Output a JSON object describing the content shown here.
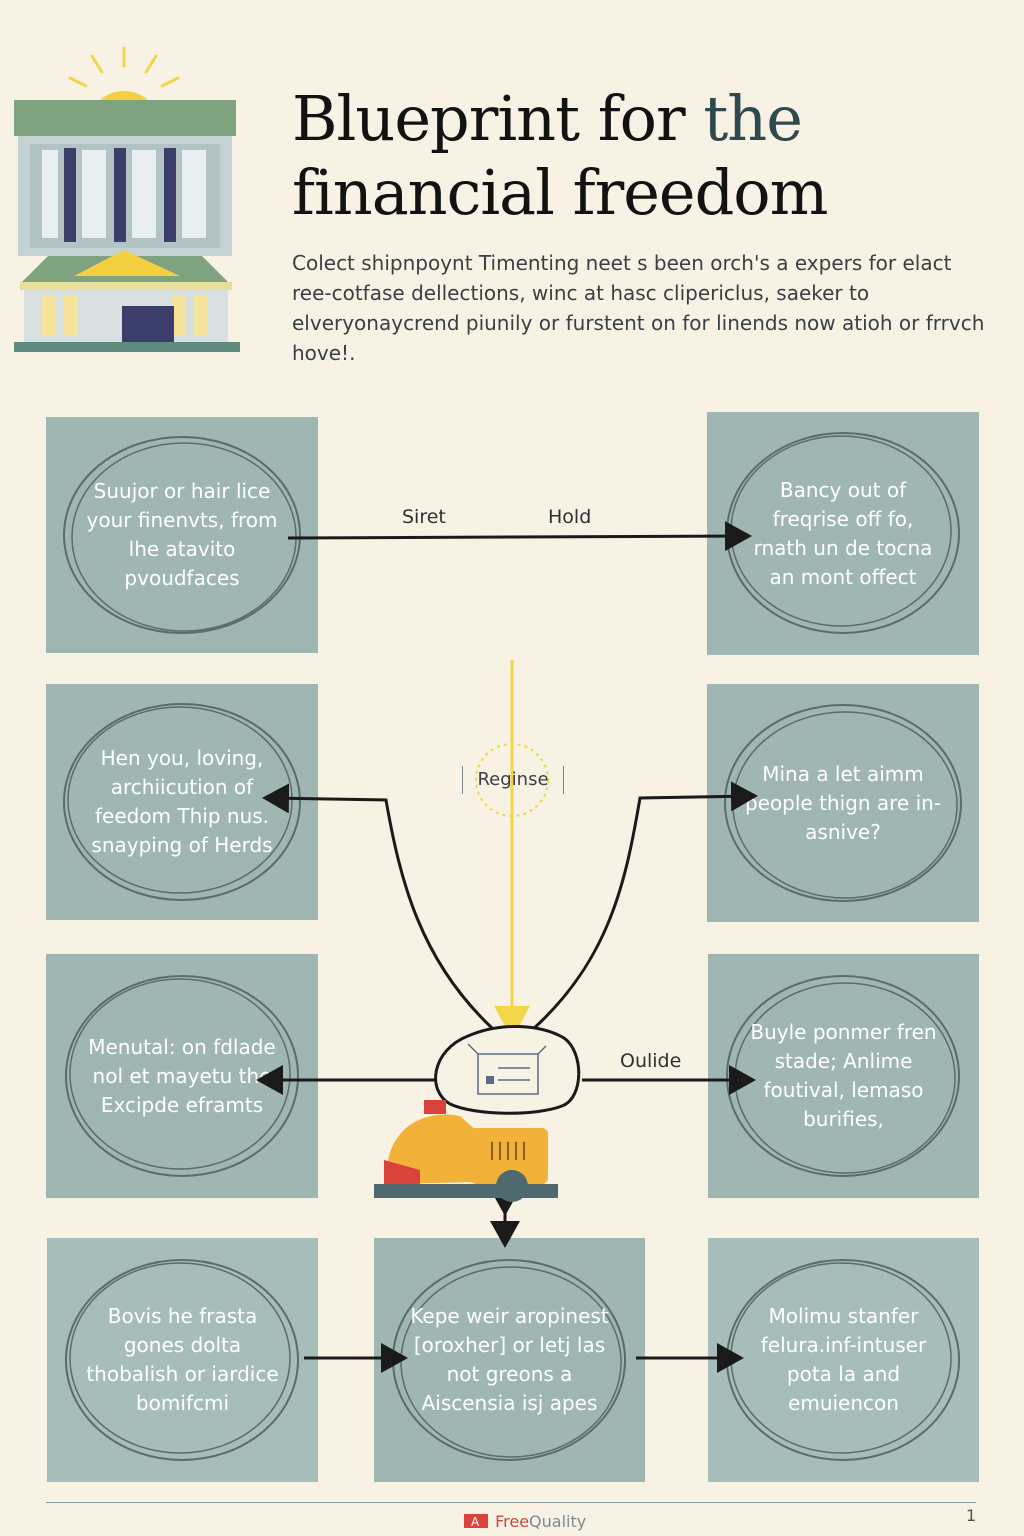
{
  "header": {
    "title_line1": "Blueprint for",
    "title_accent": "the",
    "title_line2": "financial freedom",
    "intro": "Colect shipnpoynt Timenting neet s been orch's a expers for elact ree-cotfase dellections, winc at hasc clipericlus, saeker to elveryonaycrend piunily or furstent on for linends now atioh or frrvch hove!."
  },
  "cards": [
    {
      "id": "c1",
      "text": "Suujor or hair lice your finenvts, from lhe atavito pvoudfaces"
    },
    {
      "id": "c2",
      "text": "Bancy out of freqrise off fo, rnath un de tocna an mont offect"
    },
    {
      "id": "c3",
      "text": "Hen you, loving, archiicution of feedom Thip nus. snayping of Herds"
    },
    {
      "id": "c4",
      "text": "Mina a let aimm people thign are in-asnive?"
    },
    {
      "id": "c5",
      "text": "Menutal: on fdlade nol et mayetu the Excipde eframts"
    },
    {
      "id": "c6",
      "text": "Buyle ponmer fren stade; Anlime foutival, lemaso burifies,"
    },
    {
      "id": "c7",
      "text": "Bovis he frasta gones dolta thobalish or iardice bomifcmi"
    },
    {
      "id": "c8",
      "text": "Kepe weir aropinest [oroxher] or letj las not greons a Aiscensia isj apes"
    },
    {
      "id": "c9",
      "text": "Molimu stanfer felura.inf-intuser pota la and emuiencon"
    }
  ],
  "edge_labels": {
    "start": "Siret",
    "hold": "Hold",
    "center": "Reginse",
    "outside": "Oulide"
  },
  "footer": {
    "brand_a": "Free",
    "brand_b": "Quality",
    "page": "1"
  },
  "colors": {
    "card": "#9fb6b3",
    "background": "#f7f2e4",
    "accent_yellow": "#f2d64a",
    "roof_green": "#7fa27f"
  },
  "icons": [
    "bank-building-icon",
    "sun-icon",
    "document-icon",
    "suitcase-icon"
  ]
}
